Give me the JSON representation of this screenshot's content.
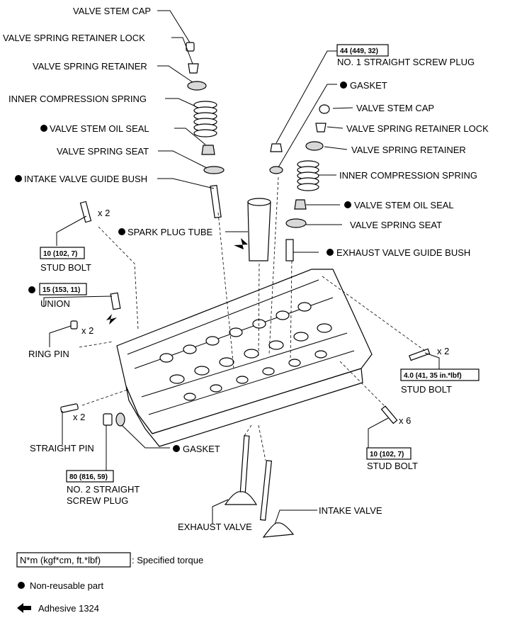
{
  "labels": {
    "valve_stem_cap_l": "VALVE STEM CAP",
    "retainer_lock_l": "VALVE SPRING RETAINER LOCK",
    "retainer_l": "VALVE SPRING RETAINER",
    "inner_spring_l": "INNER COMPRESSION SPRING",
    "oil_seal_l": "VALVE STEM OIL SEAL",
    "spring_seat_l": "VALVE SPRING SEAT",
    "intake_bush": "INTAKE VALVE GUIDE BUSH",
    "stud_bolt_tl": "STUD BOLT",
    "union": "UNION",
    "ring_pin": "RING PIN",
    "straight_pin": "STRAIGHT PIN",
    "gasket_bottom": "GASKET",
    "plug2_line1": "NO. 2 STRAIGHT",
    "plug2_line2": "SCREW PLUG",
    "exhaust_valve": "EXHAUST VALVE",
    "intake_valve": "INTAKE VALVE",
    "stud_bolt_br": "STUD BOLT",
    "stud_bolt_r": "STUD BOLT",
    "exhaust_bush": "EXHAUST VALVE GUIDE BUSH",
    "spark_tube": "SPARK PLUG TUBE",
    "spring_seat_r": "VALVE SPRING SEAT",
    "oil_seal_r": "VALVE STEM OIL SEAL",
    "inner_spring_r": "INNER COMPRESSION SPRING",
    "retainer_r": "VALVE SPRING RETAINER",
    "retainer_lock_r": "VALVE SPRING RETAINER LOCK",
    "valve_stem_cap_r": "VALVE STEM CAP",
    "gasket_top": "GASKET",
    "plug1": "NO. 1 STRAIGHT SCREW PLUG"
  },
  "torques": {
    "plug1": "44 (449, 32)",
    "stud_tl": "10 (102, 7)",
    "union": "15 (153, 11)",
    "stud_r": "4.0 (41, 35 in.*lbf)",
    "stud_br": "10 (102, 7)",
    "plug2": "80 (816, 59)"
  },
  "quantities": {
    "stud_tl": "x 2",
    "ring_pin": "x 2",
    "straight_pin": "x 2",
    "stud_r": "x 2",
    "stud_br": "x 6"
  },
  "legend": {
    "torque_box": "N*m (kgf*cm, ft.*lbf)",
    "torque_text": ": Specified torque",
    "non_reusable": "Non-reusable part",
    "adhesive": "Adhesive 1324"
  }
}
